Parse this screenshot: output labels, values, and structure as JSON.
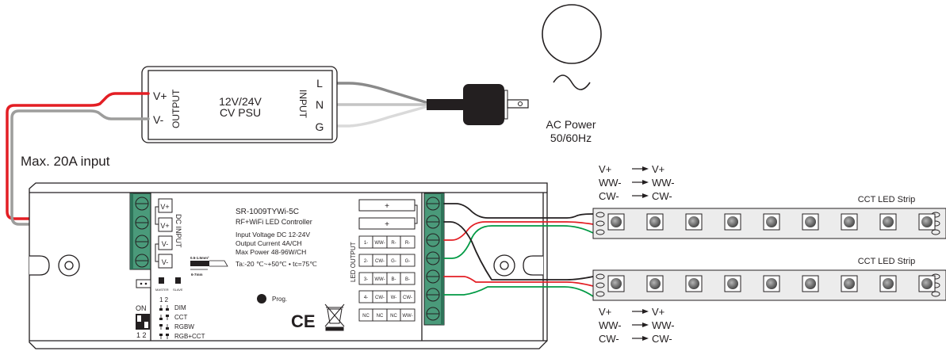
{
  "psu": {
    "title_line1": "12V/24V",
    "title_line2": "CV PSU",
    "output_label": "OUTPUT",
    "input_label": "INPUT",
    "out_pins": [
      "V+",
      "V-"
    ],
    "in_pins": [
      "L",
      "N",
      "G"
    ]
  },
  "ac_power": {
    "line1": "AC Power",
    "line2": "50/60Hz"
  },
  "max_input_label": "Max. 20A input",
  "controller": {
    "model": "SR-1009TYWi-5C",
    "subtitle": "RF+WiFi LED Controller",
    "specs": [
      "Input Voltage DC 12-24V",
      "Output Current 4A/CH",
      "Max Power 48-96W/CH"
    ],
    "temp": "Ta:-20 ℃~+50℃   • tc=75℃",
    "wire_gauge": "0.5-1.5mm²",
    "strip_length": "6-7mm",
    "dc_input_label": "DC INPUT",
    "dc_pins": [
      "V+",
      "V+",
      "V-",
      "V-"
    ],
    "led_output_label": "LED OUTPUT",
    "plus_labels": [
      "+",
      "+"
    ],
    "output_table": [
      [
        "1-",
        "WW-",
        "R-",
        "R-"
      ],
      [
        "2-",
        "CW-",
        "G-",
        "G-"
      ],
      [
        "3-",
        "WW-",
        "B-",
        "B-"
      ],
      [
        "4-",
        "CW-",
        "W-",
        "CW-"
      ],
      [
        "NC",
        "NC",
        "NC",
        "WW-"
      ]
    ],
    "master_label": "MASTER",
    "slave_label": "SLAVE",
    "dip_on_label": "ON",
    "dip_numbers": "1 2",
    "dip_bottom_numbers": "1 2",
    "modes": [
      "DIM",
      "CCT",
      "RGBW",
      "RGB+CCT"
    ],
    "prog_label": "Prog.",
    "ce_mark": "CE"
  },
  "strips": [
    {
      "title": "CCT LED Strip",
      "mapping": [
        [
          "V+",
          "V+"
        ],
        [
          "WW-",
          "WW-"
        ],
        [
          "CW-",
          "CW-"
        ]
      ]
    },
    {
      "title": "CCT LED Strip",
      "mapping": [
        [
          "V+",
          "V+"
        ],
        [
          "WW-",
          "WW-"
        ],
        [
          "CW-",
          "CW-"
        ]
      ]
    }
  ],
  "colors": {
    "red_wire": "#e31e24",
    "gray_wire": "#9d9d9c",
    "green_wire": "#009a44",
    "black_wire": "#231f20",
    "terminal_green": "#4a9a7a",
    "strip_fill": "#ececec"
  }
}
